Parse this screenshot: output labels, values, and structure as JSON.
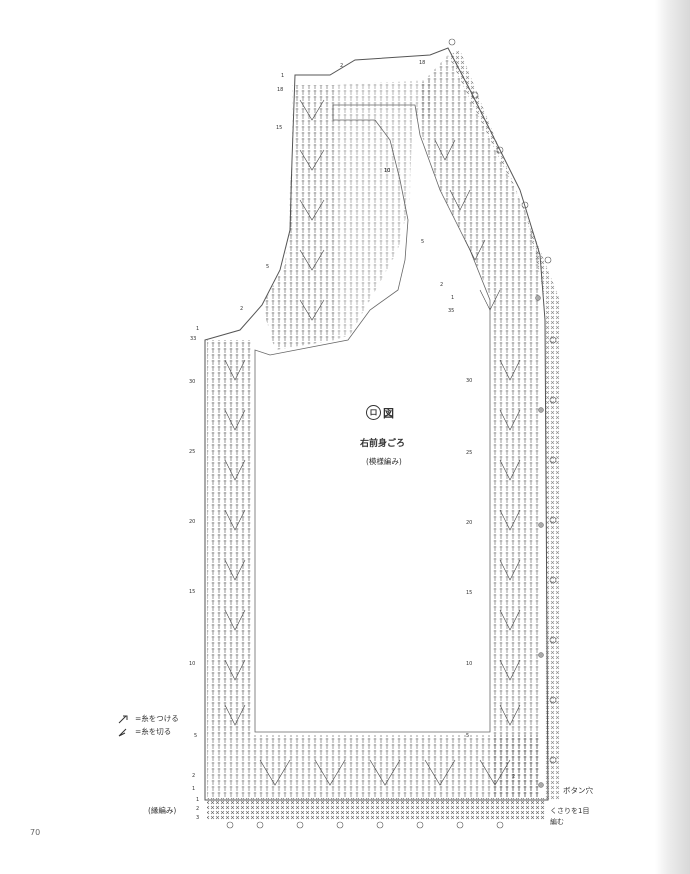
{
  "figure": {
    "diagram_label": "図",
    "diagram_letter": "ロ",
    "piece_name": "右前身ごろ",
    "stitch_note": "(模様編み)"
  },
  "legend": {
    "attach_yarn": "=糸をつける",
    "cut_yarn": "=糸を切る"
  },
  "labels": {
    "edging": "(縁編み)",
    "buttonhole": "ボタン穴",
    "chain_note_line1": "くさりを1目",
    "chain_note_line2": "編む"
  },
  "row_numbers": {
    "left": [
      "1",
      "18",
      "15",
      "10",
      "5",
      "2",
      "1",
      "33",
      "30",
      "25",
      "20",
      "15",
      "10",
      "5",
      "2",
      "1",
      "1",
      "2",
      "3"
    ],
    "right": [
      "2",
      "18",
      "10",
      "5",
      "2",
      "1",
      "35",
      "30",
      "25",
      "20",
      "15",
      "10",
      "5",
      "2"
    ]
  },
  "page_number": "70"
}
